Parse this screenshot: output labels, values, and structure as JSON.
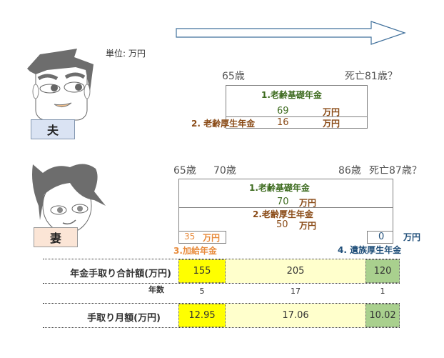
{
  "unit_label": "単位: 万円",
  "husband": {
    "label": "夫",
    "age_start": "65歳",
    "age_death": "死亡81歳？",
    "basic_pension": {
      "title": "1.老齢基礎年金",
      "amount": "69",
      "unit": "万円"
    },
    "employee_pension": {
      "title": "2. 老齢厚生年金",
      "amount": "16",
      "unit": "万円"
    }
  },
  "wife": {
    "label": "妻",
    "age_start": "65歳",
    "age_70": "70歳",
    "age_86": "86歳",
    "age_death": "死亡87歳？",
    "basic_pension": {
      "title": "1.老齢基礎年金",
      "amount": "70",
      "unit": "万円"
    },
    "employee_pension": {
      "title": "2.老齢厚生年金",
      "amount": "50",
      "unit": "万円"
    },
    "spousal_allowance": {
      "title": "3.加給年金",
      "amount": "35",
      "unit": "万円"
    },
    "survivor_pension": {
      "title": "4. 遺族厚生年金",
      "amount": "0",
      "unit": "万円"
    }
  },
  "table": {
    "total_label": "年金手取り合計額(万円)",
    "totals": [
      "155",
      "205",
      "120"
    ],
    "years_label": "年数",
    "years": [
      "5",
      "17",
      "1"
    ],
    "monthly_label": "手取り月額(万円)",
    "monthly": [
      "12.95",
      "17.06",
      "10.02"
    ]
  },
  "colors": {
    "yellow": "#ffff00",
    "light_yellow": "#ffffcc",
    "green": "#a9d08e"
  }
}
